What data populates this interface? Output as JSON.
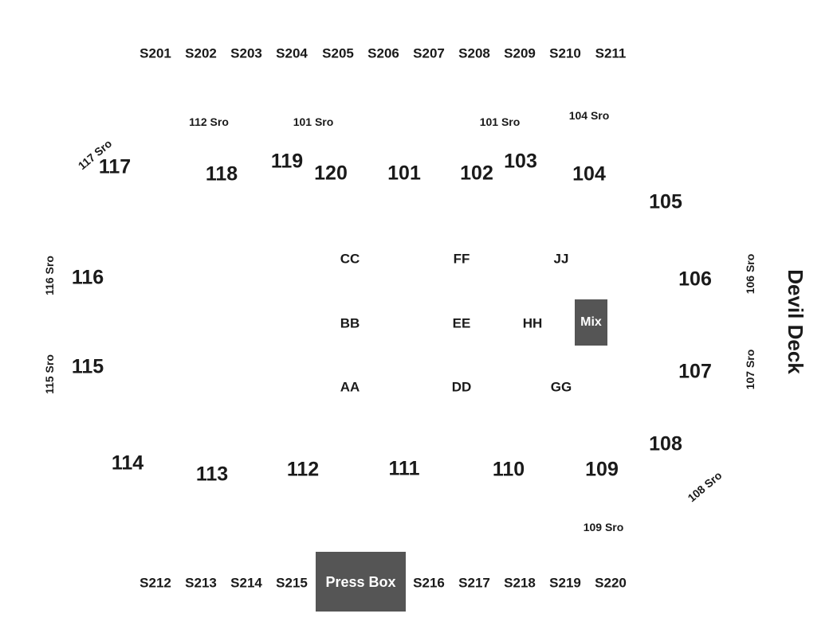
{
  "suites_top": [
    "S201",
    "S202",
    "S203",
    "S204",
    "S205",
    "S206",
    "S207",
    "S208",
    "S209",
    "S210",
    "S211"
  ],
  "suites_bottom_left": [
    "S212",
    "S213",
    "S214",
    "S215"
  ],
  "suites_bottom_right": [
    "S216",
    "S217",
    "S218",
    "S219",
    "S220"
  ],
  "sro": {
    "s112": "112 Sro",
    "s101a": "101 Sro",
    "s101b": "101 Sro",
    "s104": "104 Sro",
    "s117": "117 Sro",
    "s116": "116 Sro",
    "s115": "115 Sro",
    "s106": "106 Sro",
    "s107": "107 Sro",
    "s108": "108 Sro",
    "s109": "109 Sro"
  },
  "sections": {
    "s117": "117",
    "s118": "118",
    "s119": "119",
    "s120": "120",
    "s101": "101",
    "s102": "102",
    "s103": "103",
    "s104": "104",
    "s105": "105",
    "s116": "116",
    "s106": "106",
    "s115": "115",
    "s107": "107",
    "s108": "108",
    "s114": "114",
    "s113": "113",
    "s112": "112",
    "s111": "111",
    "s110": "110",
    "s109": "109"
  },
  "floor": {
    "cc": "CC",
    "ff": "FF",
    "jj": "JJ",
    "bb": "BB",
    "ee": "EE",
    "hh": "HH",
    "aa": "AA",
    "dd": "DD",
    "gg": "GG"
  },
  "mix": "Mix",
  "press_box": "Press Box",
  "devil_deck": "Devil Deck"
}
